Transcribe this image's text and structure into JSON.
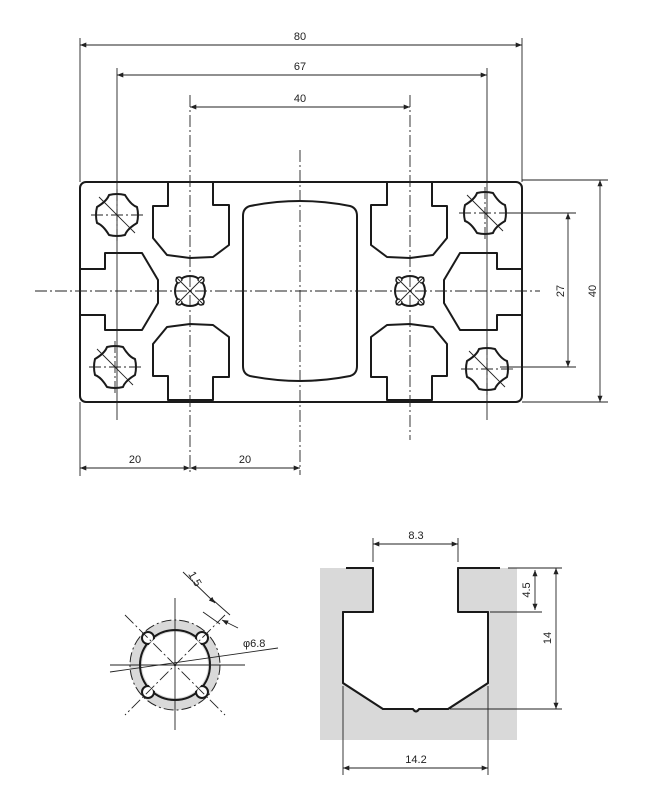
{
  "main_profile": {
    "dims": {
      "overall_width": "80",
      "bore_spacing": "67",
      "slot_spacing": "40",
      "height": "40",
      "bore_vertical_spacing": "27",
      "pitch_left": "20",
      "pitch_center": "20"
    }
  },
  "core_detail": {
    "dims": {
      "web": "1.5",
      "diameter": "φ6.8"
    }
  },
  "slot_detail": {
    "dims": {
      "opening": "8.3",
      "lip": "4.5",
      "depth": "14",
      "inner_width": "14.2"
    }
  },
  "colors": {
    "profile_fill": "#d9d9d9",
    "line": "#1a1a1a"
  }
}
